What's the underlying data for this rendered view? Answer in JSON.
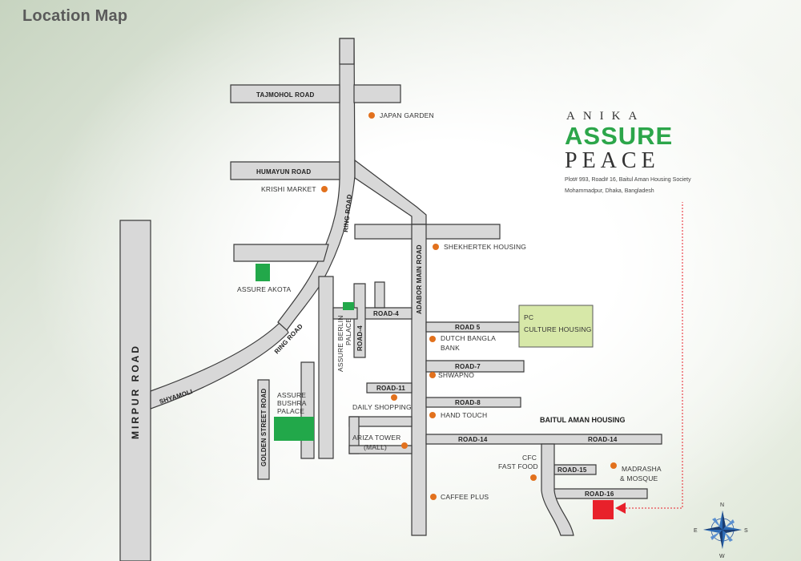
{
  "title": "Location Map",
  "logo": {
    "line1": "ANIKA",
    "line2": "ASSURE",
    "line3": "PEACE",
    "address1": "Plot# 993, Road# 16, Baitul Aman Housing Society",
    "address2": "Mohammadpur, Dhaka, Bangladesh"
  },
  "roads": {
    "tajmohol": "TAJMOHOL ROAD",
    "humayun": "HUMAYUN ROAD",
    "ring_upper": "RING ROAD",
    "ring_lower": "RING ROAD",
    "mirpur": "MIRPUR ROAD",
    "shyamoli": "SHYAMOLI",
    "golden_street": "GOLDEN STREET ROAD",
    "adabor_main": "ADABOR MAIN ROAD",
    "road4_h": "ROAD-4",
    "road4_v": "ROAD-4",
    "road5": "ROAD 5",
    "road7": "ROAD-7",
    "road8": "ROAD-8",
    "road11": "ROAD-11",
    "road14_a": "ROAD-14",
    "road14_b": "ROAD-14",
    "road15": "ROAD-15",
    "road16": "ROAD-16"
  },
  "landmarks": {
    "japan_garden": "JAPAN GARDEN",
    "krishi_market": "KRISHI MARKET",
    "shekhertek": "SHEKHERTEK HOUSING",
    "dutch_bangla_1": "DUTCH BANGLA",
    "dutch_bangla_2": "BANK",
    "shwapno": "SHWAPNO",
    "daily_shopping": "DAILY SHOPPING",
    "hand_touch": "HAND TOUCH",
    "ariza_1": "ARIZA TOWER",
    "ariza_2": "(MALL)",
    "cfc_1": "CFC",
    "cfc_2": "FAST FOOD",
    "madrasha_1": "MADRASHA",
    "madrasha_2": "& MOSQUE",
    "caffee_plus": "CAFFEE PLUS",
    "pc_culture_1": "PC",
    "pc_culture_2": "CULTURE HOUSING",
    "baitul_aman": "BAITUL AMAN HOUSING"
  },
  "projects": {
    "akota": "ASSURE AKOTA",
    "berlin_1": "ASSURE BERLIN",
    "berlin_2": "PALACE",
    "bushra_1": "ASSURE",
    "bushra_2": "BUSHRA",
    "bushra_3": "PALACE"
  },
  "compass": {
    "n": "N",
    "s": "S",
    "e": "E",
    "w": "W"
  },
  "colors": {
    "project_green": "#22a84a",
    "landmark_orange": "#e2711d",
    "target_red": "#e8212b",
    "pc_culture": "#d7e8a8"
  }
}
